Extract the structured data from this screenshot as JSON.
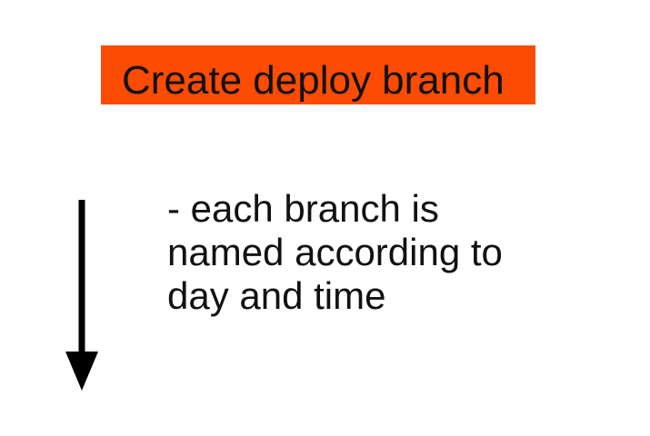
{
  "slide": {
    "background_color": "#ffffff",
    "step_box": {
      "label": "Create deploy branch",
      "fill_color": "#fc4b03",
      "text_color": "#111111"
    },
    "arrow": {
      "glyph": "down-arrow",
      "color": "#000000"
    },
    "note": {
      "text_color": "#111111",
      "lines": [
        "- each branch is",
        "named according to",
        "day and time"
      ]
    }
  }
}
